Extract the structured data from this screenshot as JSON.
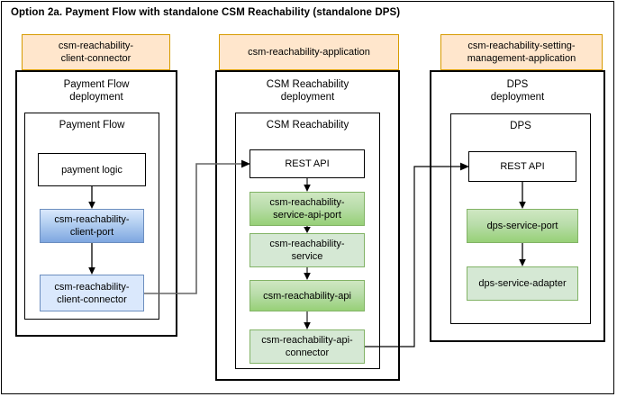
{
  "figure": {
    "title": "Option 2a. Payment Flow with standalone CSM Reachability (standalone DPS)"
  },
  "colors": {
    "package_fill": "#ffe6cc",
    "package_stroke": "#d79b00",
    "blue_fill": "#dae8fc",
    "blue_stroke": "#6c8ebf",
    "green_fill": "#d5e8d4",
    "green_stroke": "#82b366",
    "line": "#000000",
    "connector_line": "#666666"
  },
  "columns": [
    {
      "id": "payment-flow",
      "package_label": "csm-reachability-\nclient-connector",
      "package_label_line1": "csm-reachability-",
      "package_label_line2": "client-connector",
      "deployment_title_line1": "Payment Flow",
      "deployment_title_line2": "deployment",
      "component_title": "Payment Flow",
      "nodes": [
        {
          "label": "payment logic",
          "style": "white"
        },
        {
          "label_line1": "csm-reachability-",
          "label_line2": "client-port",
          "style": "blue-dark"
        },
        {
          "label_line1": "csm-reachability-",
          "label_line2": "client-connector",
          "style": "blue-light"
        }
      ]
    },
    {
      "id": "csm-reachability",
      "package_label": "csm-reachability-application",
      "deployment_title_line1": "CSM Reachability",
      "deployment_title_line2": "deployment",
      "component_title": "CSM Reachability",
      "nodes": [
        {
          "label": "REST API",
          "style": "white"
        },
        {
          "label_line1": "csm-reachability-",
          "label_line2": "service-api-port",
          "style": "green-dark"
        },
        {
          "label_line1": "csm-reachability-",
          "label_line2": "service",
          "style": "green-light"
        },
        {
          "label": "csm-reachability-api",
          "style": "green-dark"
        },
        {
          "label_line1": "csm-reachability-api-",
          "label_line2": "connector",
          "style": "green-light"
        }
      ]
    },
    {
      "id": "dps",
      "package_label_line1": "csm-reachability-setting-",
      "package_label_line2": "management-application",
      "deployment_title_line1": "DPS",
      "deployment_title_line2": "deployment",
      "component_title": "DPS",
      "nodes": [
        {
          "label": "REST API",
          "style": "white"
        },
        {
          "label": "dps-service-port",
          "style": "green-dark"
        },
        {
          "label": "dps-service-adapter",
          "style": "green-light"
        }
      ]
    }
  ],
  "edges": [
    {
      "name": "payment-logic-to-client-port",
      "kind": "vertical-arrow"
    },
    {
      "name": "client-port-to-client-connector",
      "kind": "vertical-arrow"
    },
    {
      "name": "client-connector-to-csm-rest-api",
      "kind": "routed-arrow"
    },
    {
      "name": "csm-rest-api-to-service-api-port",
      "kind": "vertical-arrow"
    },
    {
      "name": "service-api-port-to-service",
      "kind": "vertical-arrow"
    },
    {
      "name": "service-to-api",
      "kind": "vertical-arrow"
    },
    {
      "name": "api-to-api-connector",
      "kind": "vertical-arrow"
    },
    {
      "name": "api-connector-to-dps-rest-api",
      "kind": "routed-arrow"
    },
    {
      "name": "dps-rest-api-to-dps-service-port",
      "kind": "vertical-arrow"
    },
    {
      "name": "dps-service-port-to-dps-service-adapter",
      "kind": "vertical-arrow"
    }
  ]
}
